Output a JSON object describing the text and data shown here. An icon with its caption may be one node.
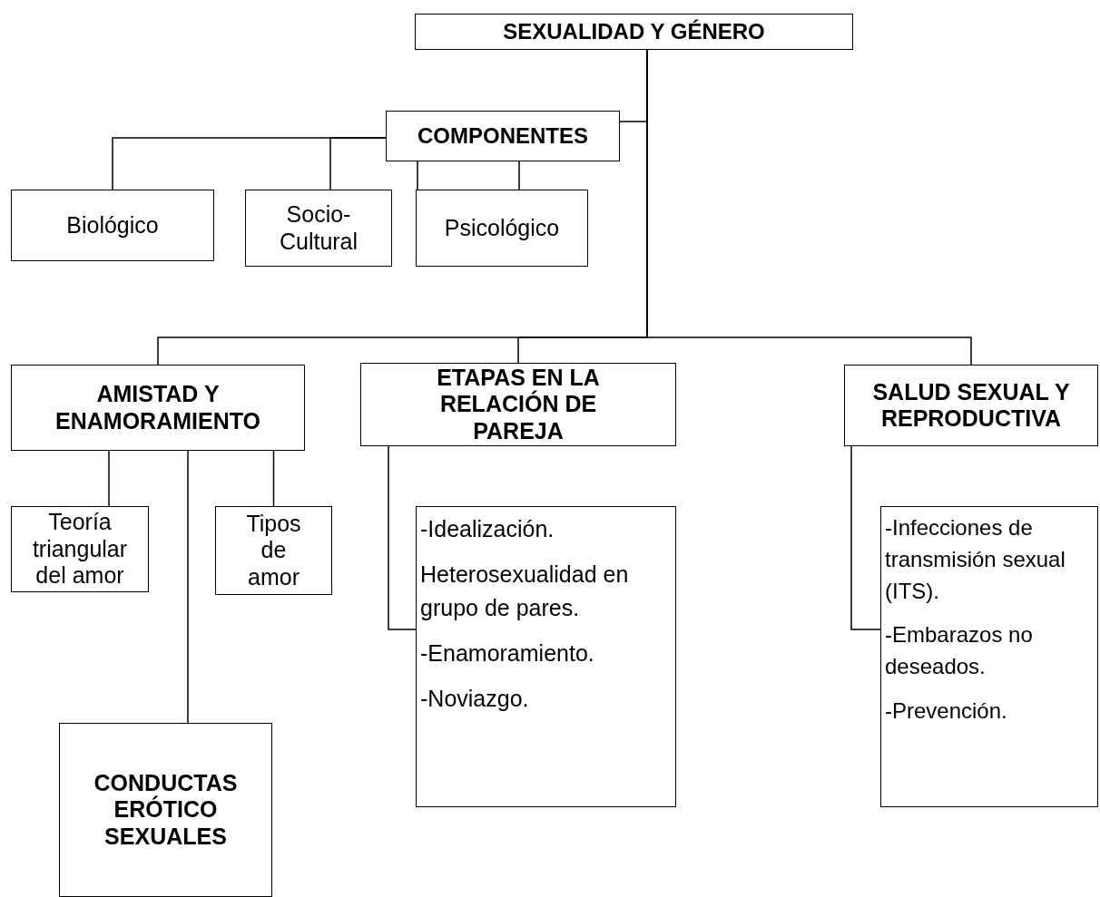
{
  "diagram": {
    "nodes": [
      {
        "text": [
          "SEXUALIDAD Y GÉNERO"
        ]
      },
      {
        "text": [
          "COMPONENTES"
        ]
      },
      {
        "text": [
          "Biológico"
        ]
      },
      {
        "text": [
          "Socio-Cultural"
        ]
      },
      {
        "text": [
          "Psicológico"
        ]
      },
      {
        "text": [
          "AMISTAD Y ENAMORAMIENTO"
        ]
      },
      {
        "text": [
          "ETAPAS EN LA RELACIÓN DE PAREJA"
        ]
      },
      {
        "text": [
          "SALUD SEXUAL Y REPRODUCTIVA"
        ]
      },
      {
        "text": [
          "Teoría triangular del amor"
        ]
      },
      {
        "text": [
          "Tipos de amor"
        ]
      },
      {
        "text": [
          "CONDUCTAS ERÓTICO SEXUALES"
        ]
      },
      {
        "text": [
          "-Idealización.",
          "Heterosexualidad en grupo de pares.",
          "-Enamoramiento.",
          "-Noviazgo."
        ]
      },
      {
        "text": [
          "-Infecciones de transmisión sexual (ITS).",
          "-Embarazos no deseados.",
          "-Prevención."
        ]
      }
    ],
    "edges": [
      {
        "from": 0,
        "to": 1,
        "arrow": "none"
      },
      {
        "from": 0,
        "to": 5,
        "arrow": "none"
      },
      {
        "from": 0,
        "to": 6,
        "arrow": "none"
      },
      {
        "from": 0,
        "to": 7,
        "arrow": "none"
      },
      {
        "from": 1,
        "to": 2,
        "arrow": "none"
      },
      {
        "from": 1,
        "to": 3,
        "arrow": "none"
      },
      {
        "from": 1,
        "to": 4,
        "arrow": "none"
      },
      {
        "from": 5,
        "to": 8,
        "arrow": "none"
      },
      {
        "from": 5,
        "to": 9,
        "arrow": "none"
      },
      {
        "from": 5,
        "to": 10,
        "arrow": "none"
      },
      {
        "from": 6,
        "to": 11,
        "arrow": "none"
      },
      {
        "from": 7,
        "to": 12,
        "arrow": "none"
      }
    ]
  }
}
